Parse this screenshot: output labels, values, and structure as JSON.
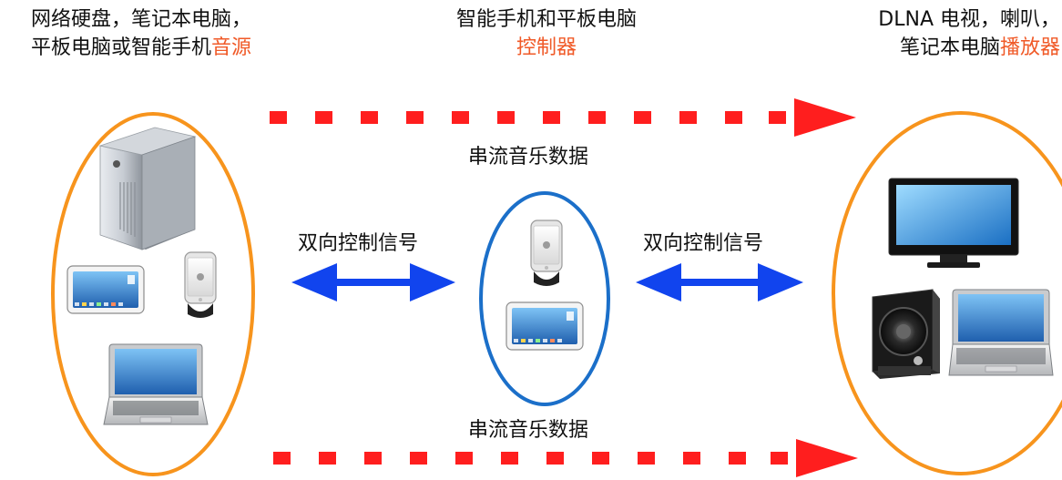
{
  "colors": {
    "accent_red": "#ff1e1e",
    "accent_orange": "#f7941d",
    "accent_blue": "#1b6fc9",
    "arrow_blue": "#1144ee",
    "role_text": "#f05a28"
  },
  "sources": {
    "caption_line1": "网络硬盘，笔记本电脑，",
    "caption_line2": "平板电脑或智能手机",
    "role": "音源",
    "devices": [
      "server-icon",
      "tablet-icon",
      "phone-icon",
      "laptop-icon"
    ]
  },
  "controller": {
    "caption_line1": "智能手机和平板电脑",
    "role": "控制器",
    "devices": [
      "phone-icon",
      "tablet-icon"
    ]
  },
  "players": {
    "caption_line1": "DLNA 电视，喇叭，",
    "caption_line2": "笔记本电脑",
    "role": "播放器",
    "devices": [
      "tv-icon",
      "speaker-icon",
      "laptop-icon"
    ]
  },
  "flows": {
    "stream_top": "串流音乐数据",
    "stream_bottom": "串流音乐数据",
    "control_left": "双向控制信号",
    "control_right": "双向控制信号"
  }
}
